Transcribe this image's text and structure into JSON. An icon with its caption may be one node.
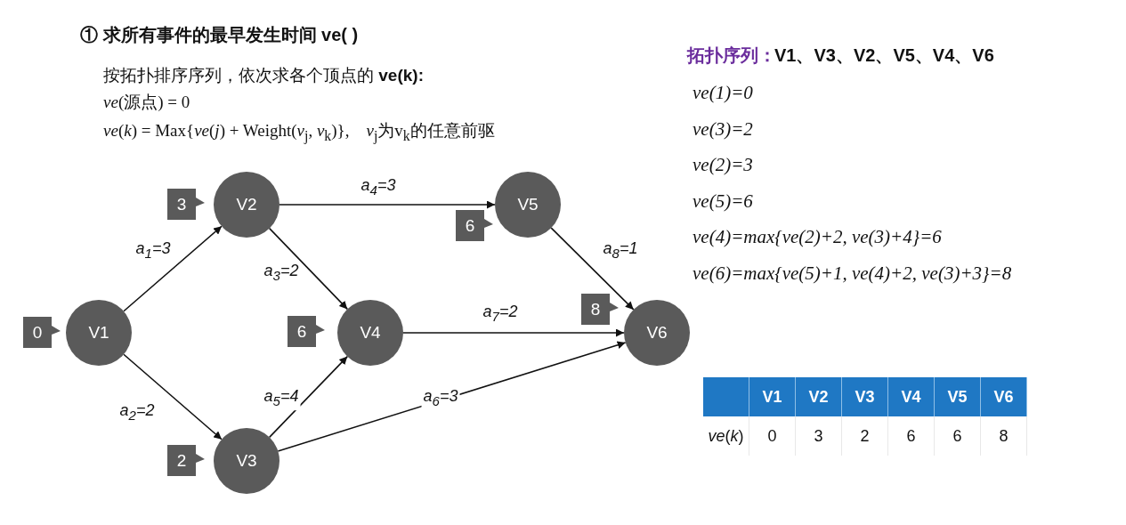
{
  "diagram": {
    "title": "① 求所有事件的最早发生时间 ve( )",
    "nodes": [
      {
        "text": [
          "V1"
        ],
        "beside": [
          "0"
        ]
      },
      {
        "text": [
          "V2"
        ],
        "beside": [
          "3"
        ]
      },
      {
        "text": [
          "V3"
        ],
        "beside": [
          "2"
        ]
      },
      {
        "text": [
          "V4"
        ],
        "beside": [
          "6"
        ]
      },
      {
        "text": [
          "V5"
        ],
        "beside": [
          "6"
        ]
      },
      {
        "text": [
          "V6"
        ],
        "beside": [
          "8"
        ]
      }
    ],
    "edges": [
      {
        "from": 0,
        "to": 1,
        "arrow": "to",
        "label": "a$_{1}$=3"
      },
      {
        "from": 0,
        "to": 2,
        "arrow": "to",
        "label": "a$_{2}$=2"
      },
      {
        "from": 1,
        "to": 3,
        "arrow": "to",
        "label": "a$_{3}$=2"
      },
      {
        "from": 1,
        "to": 4,
        "arrow": "to",
        "label": "a$_{4}$=3"
      },
      {
        "from": 2,
        "to": 3,
        "arrow": "to",
        "label": "a$_{5}$=4"
      },
      {
        "from": 2,
        "to": 5,
        "arrow": "to",
        "label": "a$_{6}$=3"
      },
      {
        "from": 3,
        "to": 5,
        "arrow": "to",
        "label": "a$_{7}$=2"
      },
      {
        "from": 4,
        "to": 5,
        "arrow": "to",
        "label": "a$_{8}$=1"
      }
    ],
    "labels": [
      "按拓扑排序序列，依次求各个顶点的 **ve(k):**",
      "*ve*(源点) = 0",
      "*ve*(*k*) = Max{*ve*(*j*) + Weight(*v*$_{j}$, *v*$_{k}$)},    *v*$_{j}$为v$_{k}$的任意前驱",
      "拓扑序列：",
      "V1、V3、V2、V5、V4、V6",
      "ve(1)=0",
      "ve(3)=2",
      "ve(2)=3",
      "ve(5)=6",
      "ve(4)=max{ve(2)+2, ve(3)+4}=6",
      "ve(6)=max{ve(5)+1, ve(4)+2, ve(3)+3}=8",
      "V1",
      "V2",
      "V3",
      "V4",
      "V5",
      "V6",
      "*ve*(*k*)",
      "0",
      "3",
      "2",
      "6",
      "6",
      "8"
    ]
  }
}
